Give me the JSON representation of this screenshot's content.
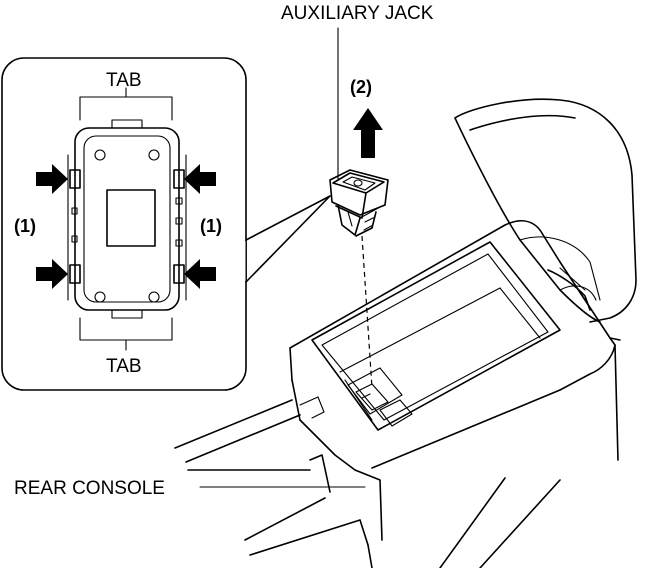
{
  "labels": {
    "auxiliary_jack": "AUXILIARY JACK",
    "rear_console": "REAR CONSOLE",
    "tab_top": "TAB",
    "tab_bottom": "TAB",
    "step_1_left": "(1)",
    "step_1_right": "(1)",
    "step_2": "(2)"
  },
  "icons": {
    "press_arrow": "arrow-right-icon / arrow-left-icon",
    "pull_arrow": "arrow-up-icon"
  }
}
